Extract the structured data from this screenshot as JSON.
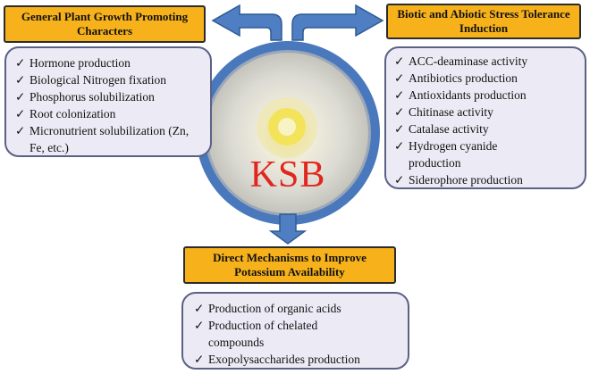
{
  "left": {
    "header": "General Plant Growth Promoting Characters",
    "items": [
      "Hormone production",
      "Biological Nitrogen fixation",
      "Phosphorus solubilization",
      "Root colonization",
      "Micronutrient solubilization (Zn, Fe, etc.)"
    ]
  },
  "right": {
    "header": "Biotic and Abiotic Stress Tolerance Induction",
    "items": [
      "ACC-deaminase activity",
      "Antibiotics production",
      "Antioxidants production",
      "Chitinase activity",
      "Catalase activity",
      "Hydrogen cyanide production",
      "Siderophore production"
    ]
  },
  "center": {
    "label": "KSB"
  },
  "bottom": {
    "header": "Direct Mechanisms to Improve Potassium Availability",
    "items": [
      "Production of organic acids",
      "Production of chelated compounds",
      "Exopolysaccharides production"
    ]
  },
  "check_symbol": "✓",
  "colors": {
    "header_fill": "#f7b21b",
    "panel_fill": "#ecebf5",
    "panel_border": "#5a6185",
    "arrow_fill": "#4f7fc2",
    "circle_ring": "#4a78bd",
    "label_red": "#e0261f"
  }
}
